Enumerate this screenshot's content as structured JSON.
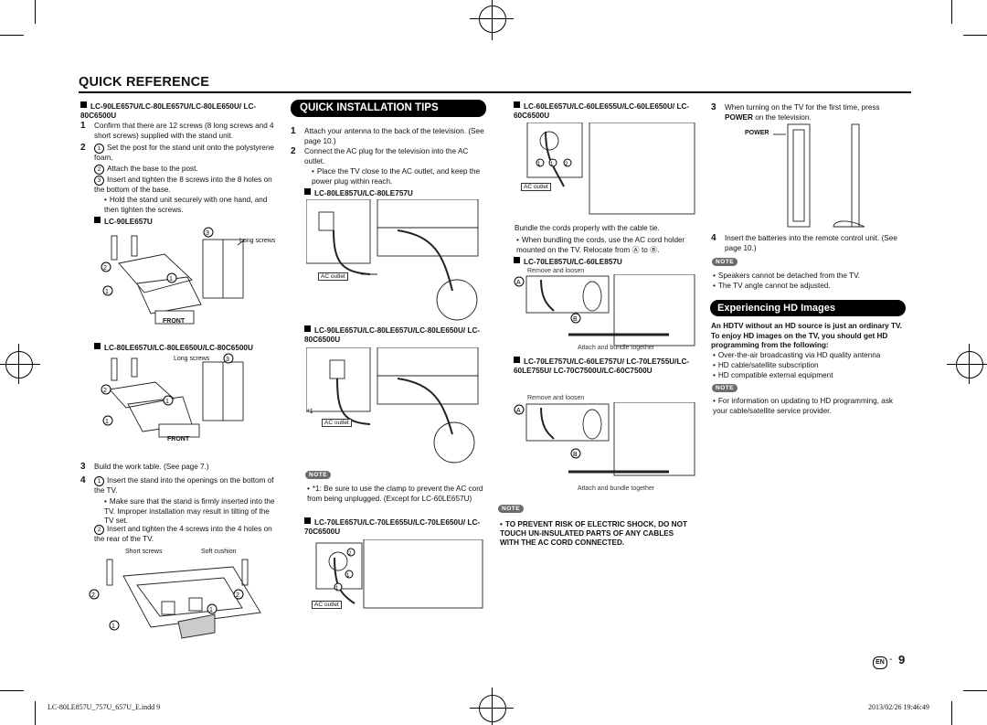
{
  "page": {
    "title": "QUICK REFERENCE",
    "page_number": "9",
    "lang_badge": "EN",
    "footer_file": "LC-80LE857U_757U_657U_E.indd   9",
    "footer_date": "2013/02/26   19:46:49"
  },
  "col1": {
    "models": "LC-90LE657U/LC-80LE657U/LC-80LE650U/ LC-80C6500U",
    "step1": "Confirm that there are 12 screws (8 long screws and 4 short screws) supplied with the stand unit.",
    "step2a": "Set the post for the stand unit onto the polystyrene foam.",
    "step2b": "Attach the base to the post.",
    "step2c": "Insert and tighten the 8 screws into the 8 holes on the bottom of the base.",
    "step2_bullet": "Hold the stand unit securely with one hand, and then tighten the screws.",
    "sub1_model": "LC-90LE657U",
    "long_screws_1": "Long screws",
    "front_1": "FRONT",
    "sub2_model": "LC-80LE657U/LC-80LE650U/LC-80C6500U",
    "long_screws_2": "Long screws",
    "front_2": "FRONT",
    "step3": "Build the work table. (See page 7.)",
    "step4a": "Insert the stand into the openings on the bottom of the TV.",
    "step4_bullet": "Make sure that the stand is firmly inserted into the TV. Improper installation may result in tilting of the TV set.",
    "step4b": "Insert and tighten the 4 screws into the 4 holes on the rear of the TV.",
    "short_screws": "Short screws",
    "soft_cushion": "Soft cushion"
  },
  "col2": {
    "heading": "QUICK INSTALLATION TIPS",
    "step1": "Attach your antenna to the back of the television. (See page 10.)",
    "step2": "Connect the AC plug for the television into the AC outlet.",
    "step2_bullet": "Place the TV close to the AC outlet, and keep the power plug within reach.",
    "model_a": "LC-80LE857U/LC-80LE757U",
    "model_b": "LC-90LE657U/LC-80LE657U/LC-80LE650U/ LC-80C6500U",
    "note_label": "NOTE",
    "note_text": "*1: Be sure to use the clamp to prevent the AC cord from being unplugged. (Except for LC-60LE657U)",
    "model_c": "LC-70LE657U/LC-70LE655U/LC-70LE650U/ LC-70C6500U",
    "ac_outlet": "AC outlet",
    "star1": "*1"
  },
  "col3": {
    "model_a": "LC-60LE657U/LC-60LE655U/LC-60LE650U/ LC-60C6500U",
    "bundle_text": "Bundle the cords properly with the cable tie.",
    "bundle_bullet": "When bundling the cords, use the AC cord holder mounted on the TV. Relocate from Ⓐ to Ⓑ.",
    "model_b": "LC-70LE857U/LC-60LE857U",
    "remove_loosen": "Remove and loosen",
    "attach_bundle": "Attach and bundle together",
    "model_c": "LC-70LE757U/LC-60LE757U/ LC-70LE755U/LC-60LE755U/ LC-70C7500U/LC-60C7500U",
    "note_label": "NOTE",
    "warning": "TO PREVENT RISK OF ELECTRIC SHOCK, DO NOT TOUCH UN-INSULATED PARTS OF ANY CABLES WITH THE AC CORD CONNECTED.",
    "ac_outlet": "AC outlet"
  },
  "col4": {
    "step3_a": "When turning on the TV for the first time, press",
    "step3_b_bold": "POWER",
    "step3_b": " on the television.",
    "power_label": "POWER",
    "step4": "Insert the batteries into the remote control unit. (See page 10.)",
    "note_label": "NOTE",
    "note1": "Speakers cannot be detached from the TV.",
    "note2": "The TV angle cannot be adjusted.",
    "hd_heading": "Experiencing HD Images",
    "hd_intro": "An HDTV without an HD source is just an ordinary TV. To enjoy HD images on the TV, you should get HD programming from the following:",
    "hd1": "Over-the-air broadcasting via HD quality antenna",
    "hd2": "HD cable/satellite subscription",
    "hd3": "HD compatible external equipment",
    "note_label2": "NOTE",
    "hd_note": "For information on updating to HD programming, ask your cable/satellite service provider."
  }
}
